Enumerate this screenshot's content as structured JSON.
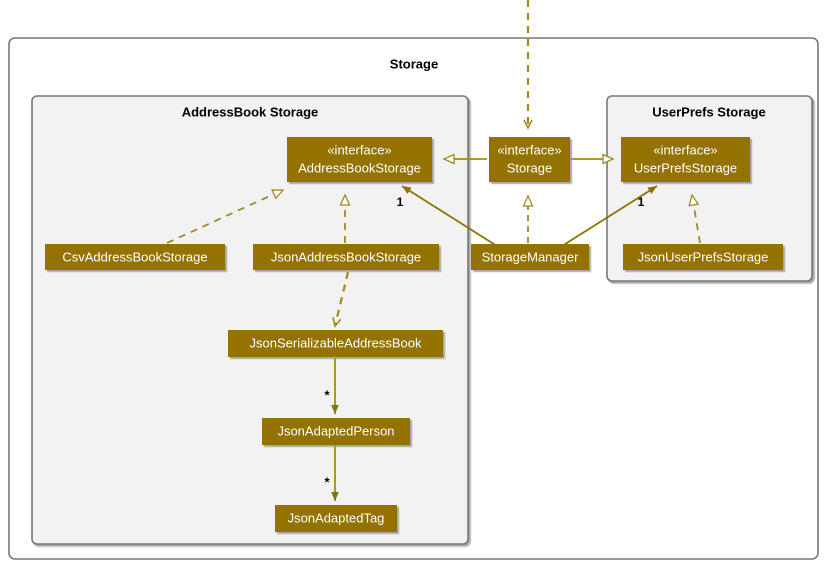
{
  "diagram": {
    "title": "Storage",
    "stereotype": "«interface»",
    "colors": {
      "class_fill": "#937200",
      "class_text": "#ffffff",
      "line": "#a08b1e",
      "package_border": "#777777",
      "package_fill_inner": "#f2f2f2",
      "package_fill_outer": "#ffffff",
      "label_text": "#000000"
    },
    "packages": [
      {
        "id": "storage",
        "label": "Storage"
      },
      {
        "id": "addressbook-storage",
        "label": "AddressBook Storage"
      },
      {
        "id": "userprefs-storage",
        "label": "UserPrefs Storage"
      }
    ],
    "classes": [
      {
        "id": "addressbookstorage-interface",
        "stereotype": "«interface»",
        "name": "AddressBookStorage",
        "is_interface": true
      },
      {
        "id": "storage-interface",
        "stereotype": "«interface»",
        "name": "Storage",
        "is_interface": true
      },
      {
        "id": "userprefsstorage-interface",
        "stereotype": "«interface»",
        "name": "UserPrefsStorage",
        "is_interface": true
      },
      {
        "id": "csvaddressbookstorage",
        "stereotype": "",
        "name": "CsvAddressBookStorage",
        "is_interface": false
      },
      {
        "id": "jsonaddressbookstorage",
        "stereotype": "",
        "name": "JsonAddressBookStorage",
        "is_interface": false
      },
      {
        "id": "storagemanager",
        "stereotype": "",
        "name": "StorageManager",
        "is_interface": false
      },
      {
        "id": "jsonuserprefsstorage",
        "stereotype": "",
        "name": "JsonUserPrefsStorage",
        "is_interface": false
      },
      {
        "id": "jsonserializableaddressbook",
        "stereotype": "",
        "name": "JsonSerializableAddressBook",
        "is_interface": false
      },
      {
        "id": "jsonadaptedperson",
        "stereotype": "",
        "name": "JsonAdaptedPerson",
        "is_interface": false
      },
      {
        "id": "jsonadaptedtag",
        "stereotype": "",
        "name": "JsonAdaptedTag",
        "is_interface": false
      }
    ],
    "multiplicities": [
      {
        "id": "mult-addressbookstorage",
        "label": "1"
      },
      {
        "id": "mult-userprefsstorage",
        "label": "1"
      },
      {
        "id": "mult-jsonadaptedperson",
        "label": "*"
      },
      {
        "id": "mult-jsonadaptedtag",
        "label": "*"
      }
    ],
    "relationships": [
      {
        "id": "rel-storage-extends-addressbookstorage",
        "from": "storage-interface",
        "to": "addressbookstorage-interface",
        "type": "generalization"
      },
      {
        "id": "rel-storage-extends-userprefsstorage",
        "from": "storage-interface",
        "to": "userprefsstorage-interface",
        "type": "generalization"
      },
      {
        "id": "rel-storagemanager-implements-storage",
        "from": "storagemanager",
        "to": "storage-interface",
        "type": "realization"
      },
      {
        "id": "rel-storagemanager-uses-addressbookstorage",
        "from": "storagemanager",
        "to": "addressbookstorage-interface",
        "type": "association"
      },
      {
        "id": "rel-storagemanager-uses-userprefsstorage",
        "from": "storagemanager",
        "to": "userprefsstorage-interface",
        "type": "association"
      },
      {
        "id": "rel-csv-implements-addressbookstorage",
        "from": "csvaddressbookstorage",
        "to": "addressbookstorage-interface",
        "type": "realization"
      },
      {
        "id": "rel-json-implements-addressbookstorage",
        "from": "jsonaddressbookstorage",
        "to": "addressbookstorage-interface",
        "type": "realization"
      },
      {
        "id": "rel-jsonuserprefs-implements-userprefsstorage",
        "from": "jsonuserprefsstorage",
        "to": "userprefsstorage-interface",
        "type": "realization"
      },
      {
        "id": "rel-jsonaddressbookstorage-uses-serializable",
        "from": "jsonaddressbookstorage",
        "to": "jsonserializableaddressbook",
        "type": "dependency"
      },
      {
        "id": "rel-serializable-has-person",
        "from": "jsonserializableaddressbook",
        "to": "jsonadaptedperson",
        "type": "association"
      },
      {
        "id": "rel-person-has-tag",
        "from": "jsonadaptedperson",
        "to": "jsonadaptedtag",
        "type": "association"
      },
      {
        "id": "rel-external-to-storage",
        "from": "external",
        "to": "storage-interface",
        "type": "dependency"
      }
    ]
  }
}
